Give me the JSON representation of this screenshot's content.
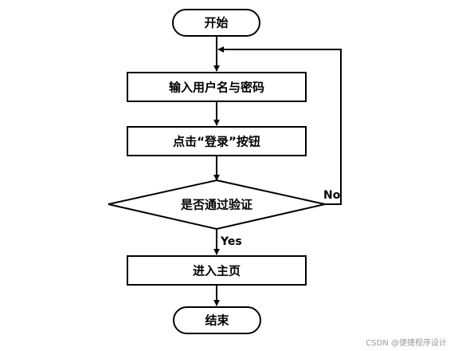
{
  "diagram": {
    "nodes": {
      "start": "开始",
      "input": "输入用户名与密码",
      "click": "点击“登录”按钮",
      "check": "是否通过验证",
      "enter": "进入主页",
      "end": "结束"
    },
    "edges": {
      "yes": "Yes",
      "no": "No"
    }
  },
  "watermark": "CSDN @便捷程序设计"
}
